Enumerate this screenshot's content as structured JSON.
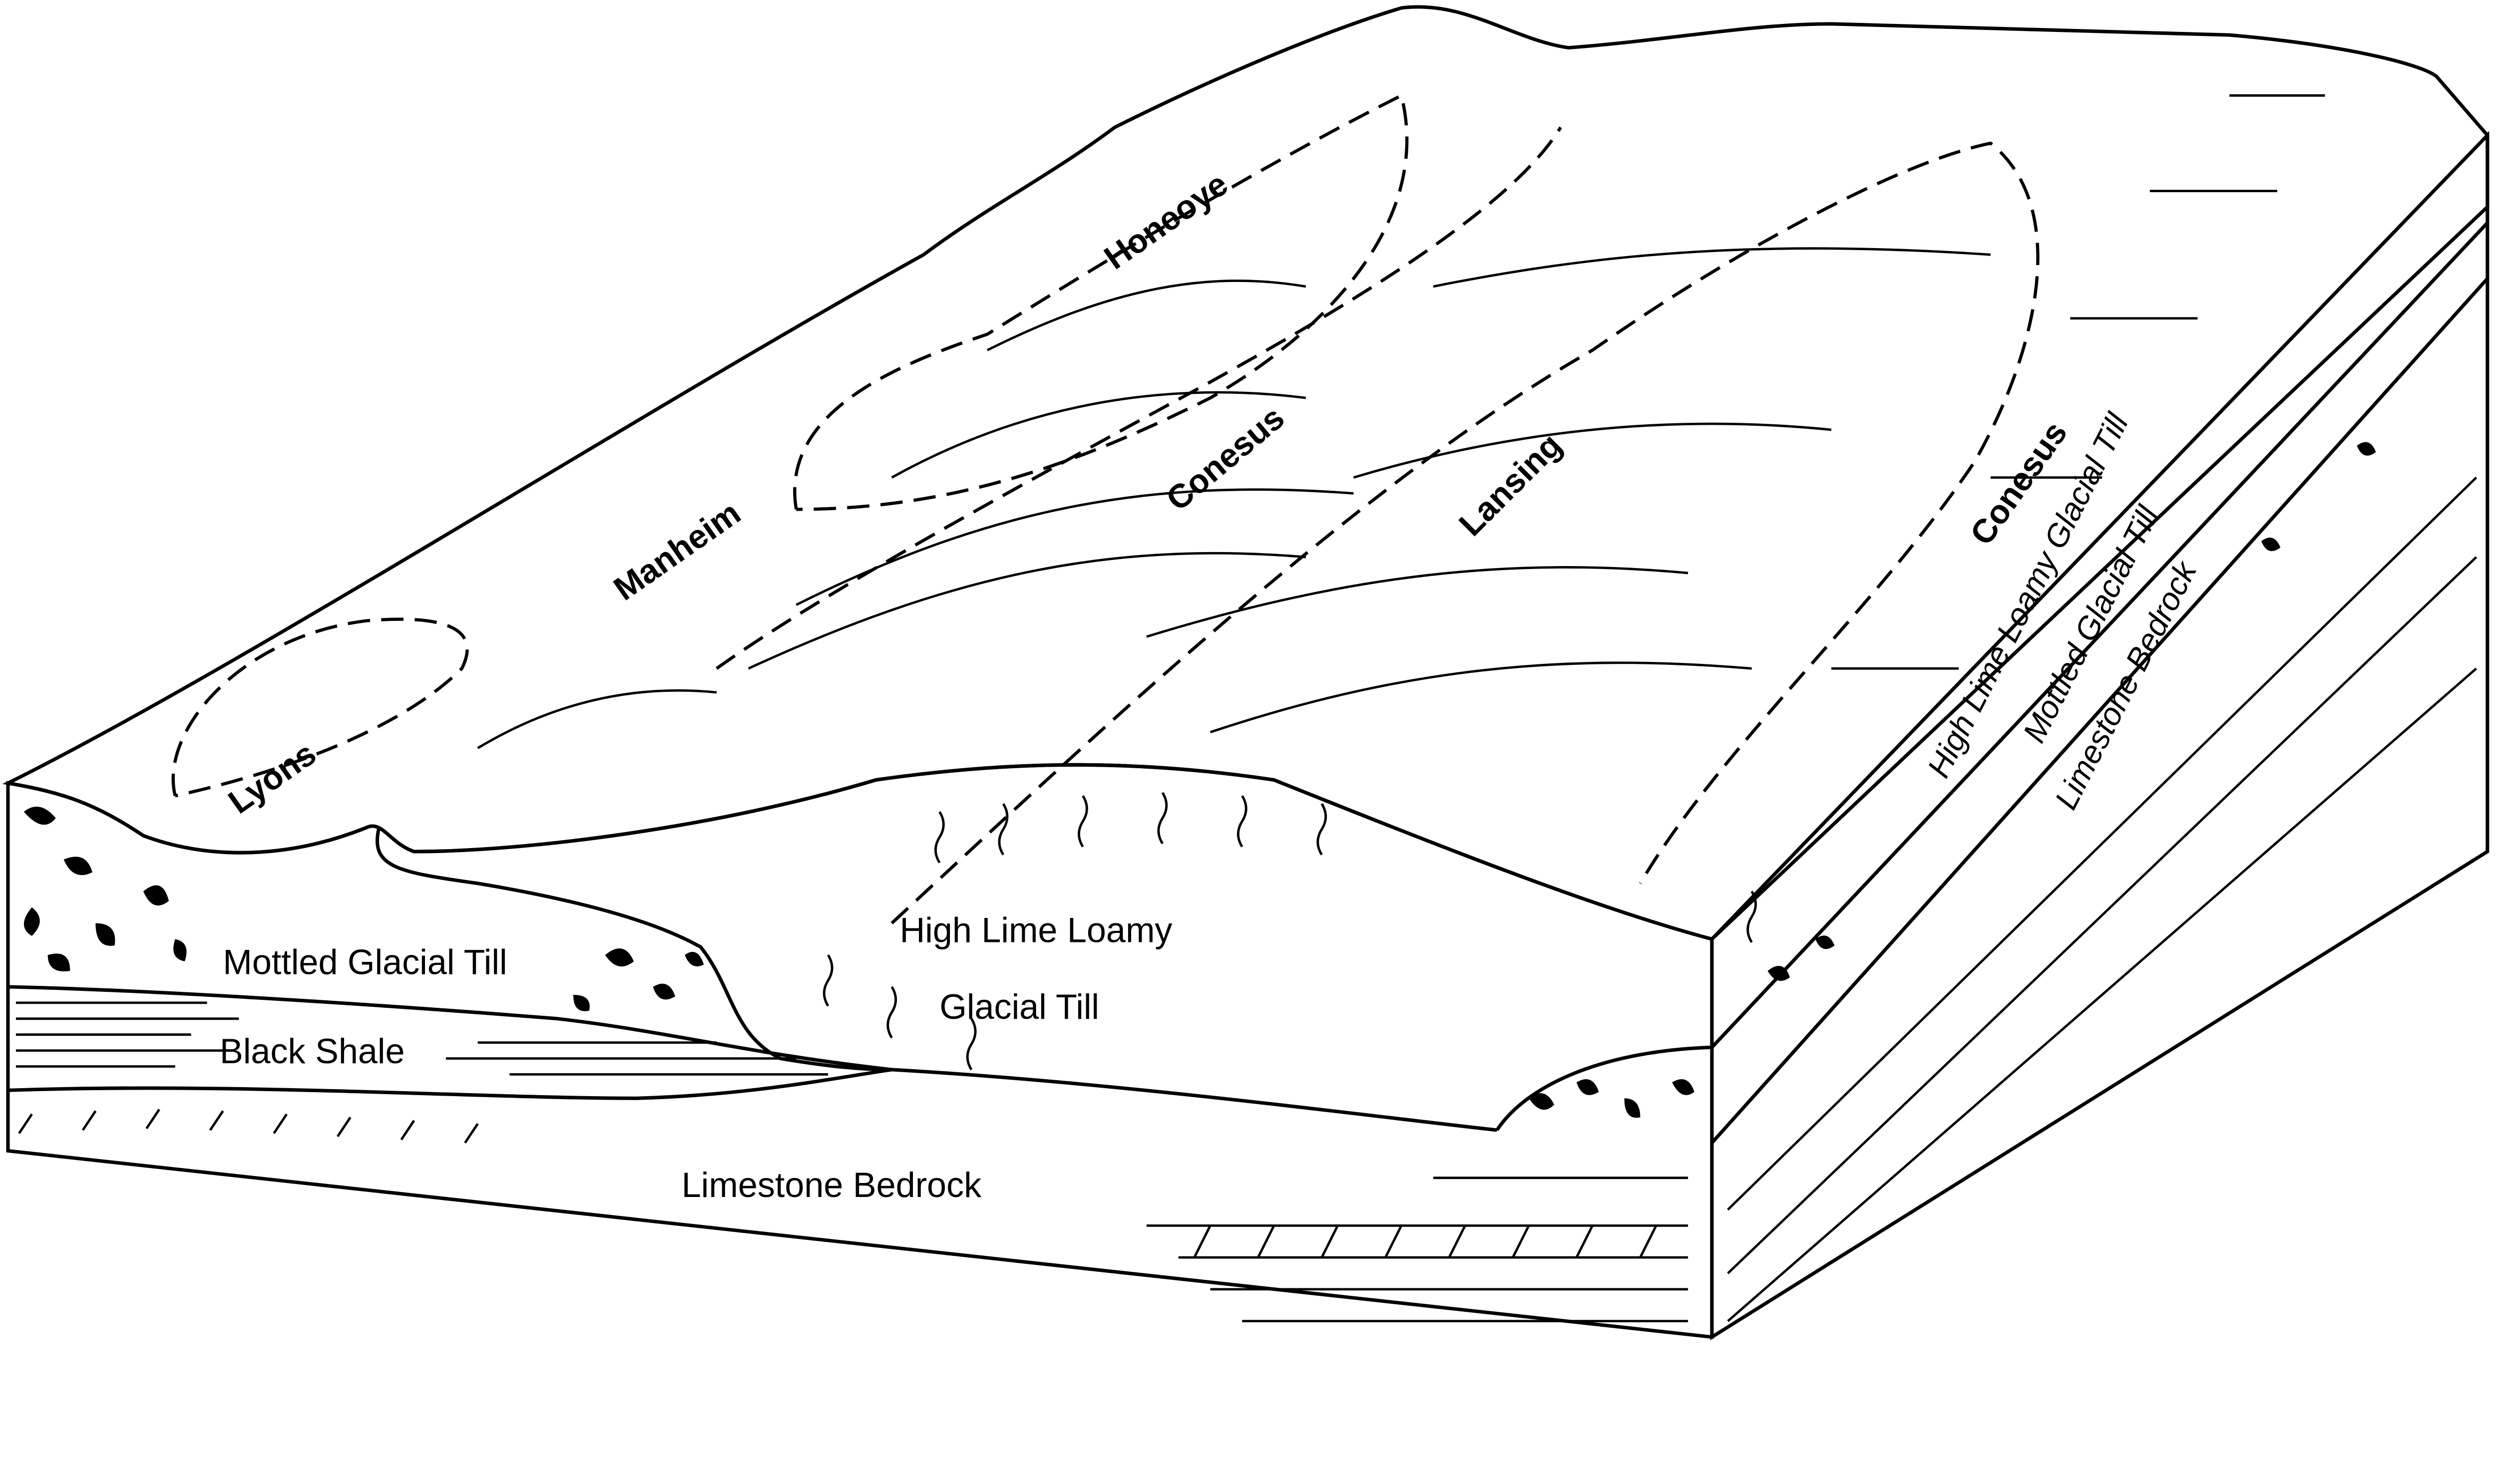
{
  "surface_labels": {
    "lyons": "Lyons",
    "manheim": "Manheim",
    "honeoye": "Honeoye",
    "conesus_1": "Conesus",
    "lansing": "Lansing",
    "conesus_2": "Conesus"
  },
  "front_labels": {
    "mottled": "Mottled Glacial Till",
    "black_shale": "Black Shale",
    "high_lime_1": "High Lime Loamy",
    "high_lime_2": "Glacial Till",
    "limestone": "Limestone Bedrock"
  },
  "side_labels": {
    "high_lime": "High Lime Loamy Glacial Till",
    "mottled": "Mottled Glacial Till",
    "limestone": "Limestone Bedrock"
  }
}
